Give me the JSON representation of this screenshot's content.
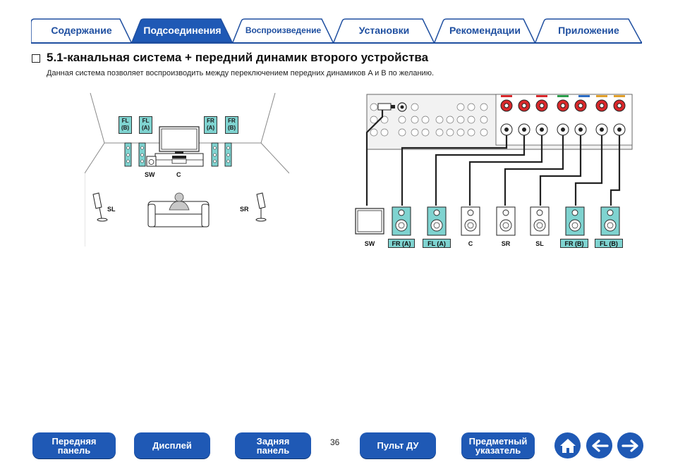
{
  "tabs": [
    {
      "label": "Содержание",
      "active": false
    },
    {
      "label": "Подсоединения",
      "active": true
    },
    {
      "label": "Воспроизведение",
      "active": false
    },
    {
      "label": "Установки",
      "active": false
    },
    {
      "label": "Рекомендации",
      "active": false
    },
    {
      "label": "Приложение",
      "active": false
    }
  ],
  "heading": "5.1-канальная система + передний динамик второго устройства",
  "description": "Данная система позволяет воспроизводить между переключением передних динамиков A и B по желанию.",
  "room": {
    "tags": [
      "FL\n(B)",
      "FL\n(A)",
      "FR\n(A)",
      "FR\n(B)"
    ],
    "labels": {
      "sw": "SW",
      "c": "C",
      "sl": "SL",
      "sr": "SR"
    }
  },
  "wiring": {
    "speakers": [
      "SW",
      "FR (A)",
      "FL (A)",
      "C",
      "SR",
      "SL",
      "FR (B)",
      "FL (B)"
    ],
    "boxed": [
      false,
      true,
      true,
      false,
      false,
      false,
      true,
      true
    ]
  },
  "colors": {
    "brand": "#1f59b5",
    "accent_teal": "#7fd3d0",
    "terminal_red": "#d8282b"
  },
  "footer": {
    "buttons": [
      "Передняя\nпанель",
      "Дисплей",
      "Задняя\nпанель",
      "Пульт ДУ",
      "Предметный\nуказатель"
    ],
    "page_number": "36",
    "icons": [
      "home-icon",
      "back-arrow-icon",
      "forward-arrow-icon"
    ]
  }
}
